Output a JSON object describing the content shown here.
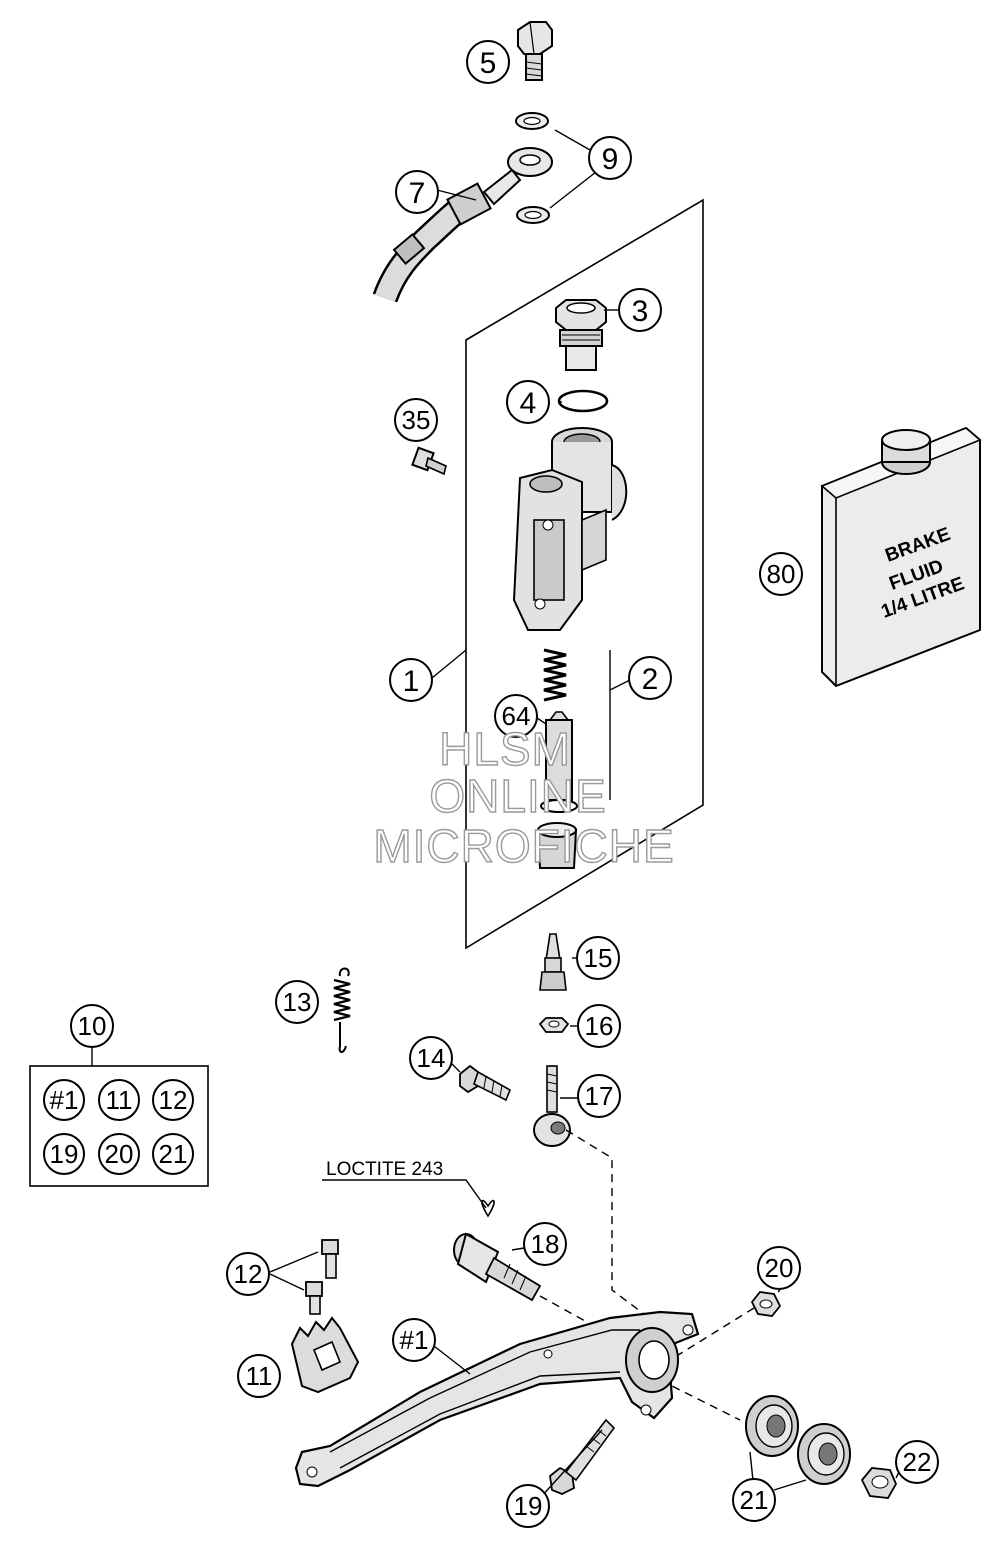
{
  "callouts": {
    "c5": "5",
    "c9": "9",
    "c7": "7",
    "c3": "3",
    "c4": "4",
    "c35": "35",
    "c80": "80",
    "c1": "1",
    "c2": "2",
    "c64": "64",
    "c15": "15",
    "c13": "13",
    "c16": "16",
    "c14": "14",
    "c17": "17",
    "c10": "10",
    "c18": "18",
    "c20": "20",
    "c12": "12",
    "c1h": "#1",
    "c11": "11",
    "c22": "22",
    "c19": "19",
    "c21": "21"
  },
  "kit_box": [
    "#1",
    "11",
    "12",
    "19",
    "20",
    "21"
  ],
  "fluid_label": [
    "BRAKE",
    "FLUID",
    "1/4 LITRE"
  ],
  "loctite_note": "LOCTITE 243",
  "watermark": [
    "HLSM",
    "ONLINE",
    "MICROFICHE"
  ],
  "icons": {
    "banjo_bolt": "banjo-bolt-icon",
    "washer": "washer-icon",
    "brake_hose": "brake-hose-icon",
    "reservoir_cap": "reservoir-cap-icon",
    "o_ring": "o-ring-icon",
    "master_cylinder": "master-cylinder-icon",
    "spring": "spring-icon",
    "piston": "piston-icon",
    "fluid_can": "brake-fluid-can-icon",
    "brake_pedal": "brake-pedal-icon",
    "bearing": "bearing-icon",
    "nut": "nut-icon",
    "screw": "screw-icon",
    "footrest_tip": "footrest-tip-icon"
  }
}
